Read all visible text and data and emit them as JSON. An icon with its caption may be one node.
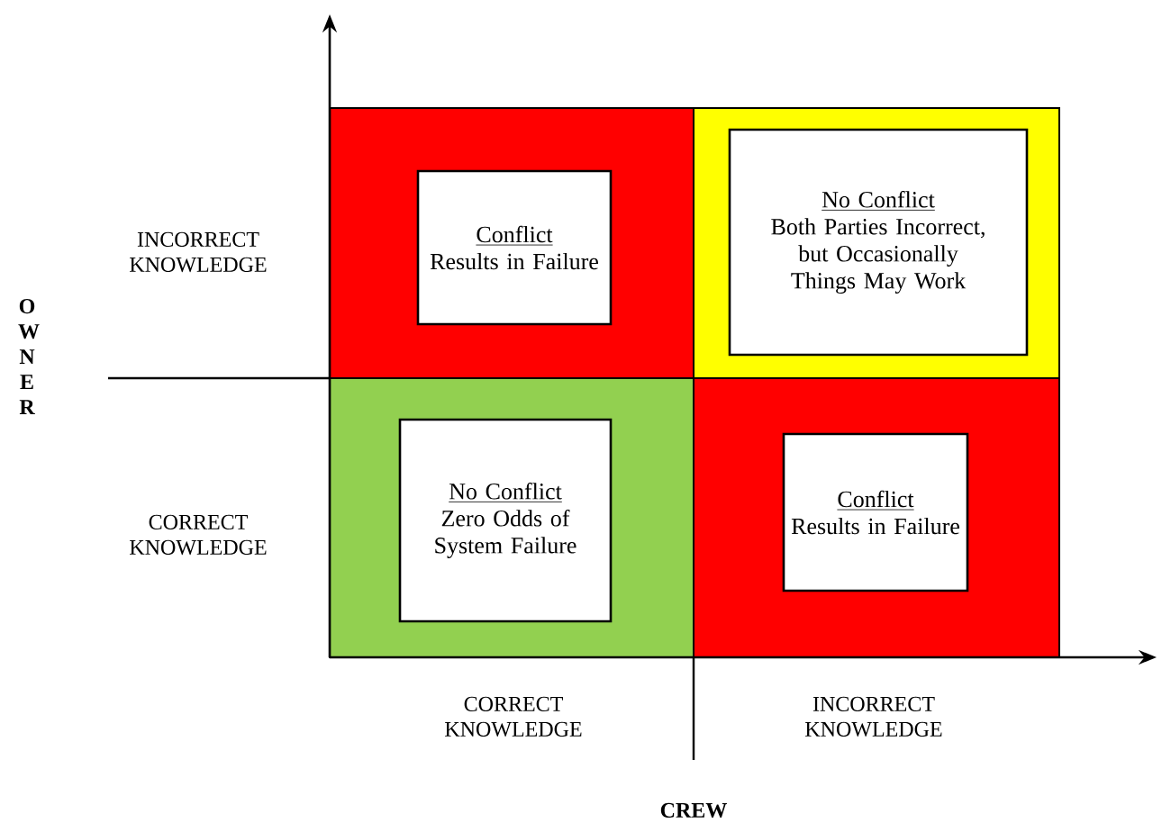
{
  "diagram": {
    "nodes": [
      {
        "text": [],
        "shape": "box"
      },
      {
        "text": [
          "Conflict",
          "Results in Failure"
        ],
        "in": 0
      },
      {
        "text": [],
        "shape": "box"
      },
      {
        "text": [
          "No Conflict",
          "Both Parties Incorrect, but Occasionally Things May Work"
        ],
        "in": 2
      },
      {
        "text": [],
        "shape": "box"
      },
      {
        "text": [
          "No Conflict",
          "Zero Odds of System Failure"
        ],
        "in": 4
      },
      {
        "text": [],
        "shape": "box"
      },
      {
        "text": [
          "Conflict",
          "Results in Failure"
        ],
        "in": 6
      }
    ],
    "edges": [],
    "labels": [
      "INCORRECT KNOWLEDGE",
      "O W N E R",
      "CORRECT KNOWLEDGE",
      "CORRECT KNOWLEDGE",
      "INCORRECT KNOWLEDGE",
      "CREW"
    ]
  }
}
